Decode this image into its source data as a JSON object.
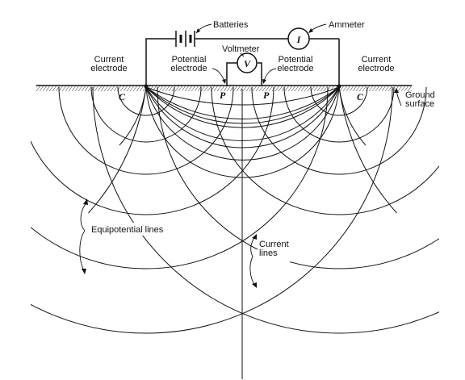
{
  "labels": {
    "batteries": "Batteries",
    "ammeter": "Ammeter",
    "ammeter_symbol": "I",
    "voltmeter": "Voltmeter",
    "voltmeter_symbol": "V",
    "current_electrode_left": "Current\nelectrode",
    "current_electrode_right": "Current\nelectrode",
    "potential_electrode_left": "Potential\nelectrode",
    "potential_electrode_right": "Potential\nelectrode",
    "c_left": "C",
    "c_right": "C",
    "p_left": "P",
    "p_right": "P",
    "ground_surface": "Ground\nsurface",
    "equipotential_lines": "Equipotential lines",
    "current_lines": "Current\nlines"
  }
}
